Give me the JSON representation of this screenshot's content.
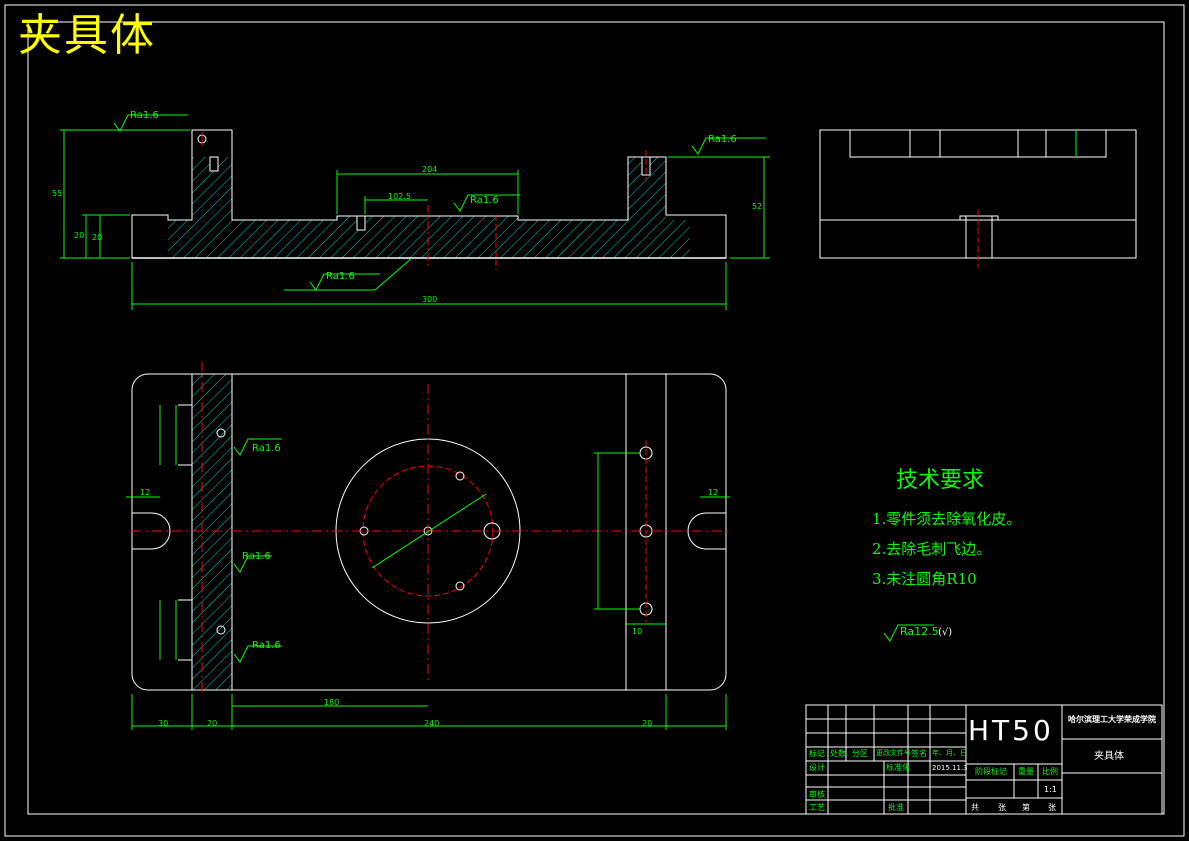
{
  "title": "夹具体",
  "technical_requirements": {
    "heading": "技术要求",
    "items": [
      "1.零件须去除氧化皮。",
      "2.去除毛刺飞边。",
      "3.未注圆角R10"
    ]
  },
  "roughness": {
    "top_left": "Ra1.6",
    "top_right": "Ra1.6",
    "center": "Ra1.6",
    "bottom": "Ra1.6",
    "plan_1": "Ra1.6",
    "plan_2": "Ra1.6",
    "plan_3": "Ra1.6",
    "general": "Ra12.5",
    "general_suffix": "(√)"
  },
  "dimensions": {
    "front_width": "300",
    "front_height_left": "55",
    "front_height_right": "52",
    "front_base_1": "20",
    "front_base_2": "20",
    "top_span": "204",
    "center_offset": "102.5",
    "plan_a": "30",
    "plan_b": "20",
    "plan_c": "240",
    "plan_d": "20",
    "plan_half": "180",
    "plan_right_gap": "10",
    "plan_left_12": "12",
    "plan_right_12": "12"
  },
  "title_block": {
    "material": "HT50",
    "school": "哈尔滨理工大学荣成学院",
    "part_name": "夹具体",
    "labels": {
      "mark": "标记",
      "count": "处数",
      "zone": "分区",
      "change_doc": "更改文件号",
      "sign": "签名",
      "date": "年、月、日",
      "design": "设计",
      "standardize": "标准化",
      "stage_mark": "阶段标记",
      "weight": "重量",
      "scale": "比例",
      "review": "审核",
      "process": "工艺",
      "approve": "批准",
      "total": "共",
      "sheets": "张",
      "page": "第",
      "sheet": "张"
    },
    "scale_value": "1:1",
    "date_value": "2015.11.3"
  },
  "colors": {
    "outline": "#ffffff",
    "dimension": "#00ff00",
    "center": "#ff0000",
    "hatch": "#00cccc",
    "title": "#ffff00"
  }
}
